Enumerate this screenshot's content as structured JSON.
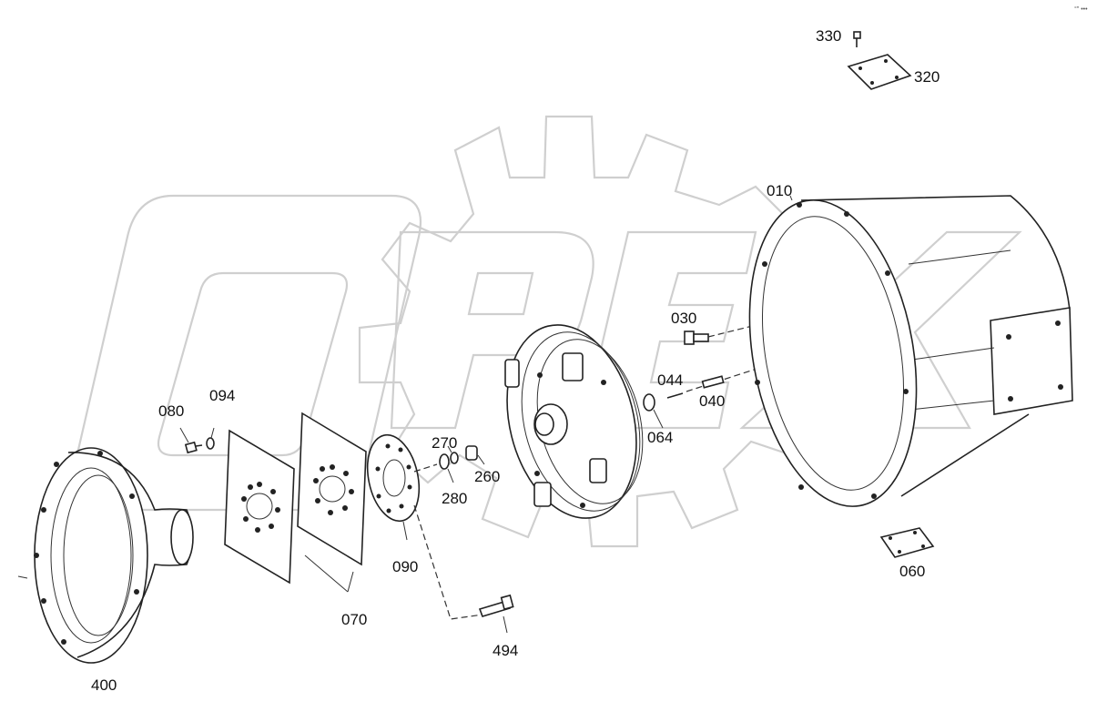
{
  "watermark": "OPEX",
  "corner_mark": "°″ •••",
  "callouts": [
    {
      "id": "330",
      "part": "screw"
    },
    {
      "id": "320",
      "part": "cover-plate"
    },
    {
      "id": "010",
      "part": "housing"
    },
    {
      "id": "030",
      "part": "bolt"
    },
    {
      "id": "044",
      "part": "pin"
    },
    {
      "id": "040",
      "part": "stud"
    },
    {
      "id": "064",
      "part": "ring"
    },
    {
      "id": "080",
      "part": "screw"
    },
    {
      "id": "094",
      "part": "washer"
    },
    {
      "id": "270",
      "part": "washer"
    },
    {
      "id": "280",
      "part": "ring"
    },
    {
      "id": "260",
      "part": "plug"
    },
    {
      "id": "090",
      "part": "disc"
    },
    {
      "id": "070",
      "part": "gasket-plates"
    },
    {
      "id": "060",
      "part": "cover-plate"
    },
    {
      "id": "494",
      "part": "bolt"
    },
    {
      "id": "400",
      "part": "bell-housing"
    }
  ]
}
